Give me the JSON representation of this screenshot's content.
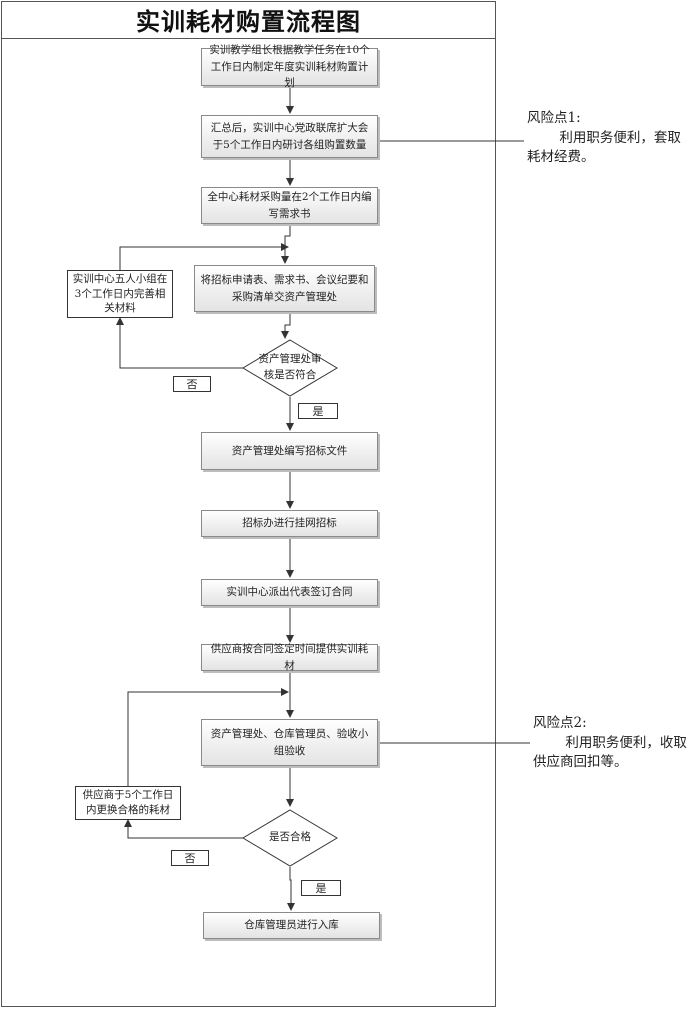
{
  "title": "实训耗材购置流程图",
  "steps": {
    "s1": "实训教学组长根据教学任务在10个工作日内制定年度实训耗材购置计划",
    "s2": "汇总后，实训中心党政联席扩大会于5个工作日内研讨各组购置数量",
    "s3": "全中心耗材采购量在2个工作日内编写需求书",
    "s4": "将招标申请表、需求书、会议纪要和采购清单交资产管理处",
    "s5": "资产管理处编写招标文件",
    "s6": "招标办进行挂网招标",
    "s7": "实训中心派出代表签订合同",
    "s8": "供应商按合同签定时间提供实训耗材",
    "s9": "资产管理处、仓库管理员、验收小组验收",
    "s10": "仓库管理员进行入库"
  },
  "decisions": {
    "d1": "资产管理处审核是否符合",
    "d2": "是否合格"
  },
  "side_boxes": {
    "r1": "实训中心五人小组在3个工作日内完善相关材料",
    "r2": "供应商于5个工作日内更换合格的耗材"
  },
  "labels": {
    "no1": "否",
    "yes1": "是",
    "no2": "否",
    "yes2": "是"
  },
  "risks": {
    "risk1_title": "风险点1:",
    "risk1_body": "利用职务便利，套取耗材经费。",
    "risk2_title": "风险点2:",
    "risk2_body": "利用职务便利，收取供应商回扣等。"
  }
}
